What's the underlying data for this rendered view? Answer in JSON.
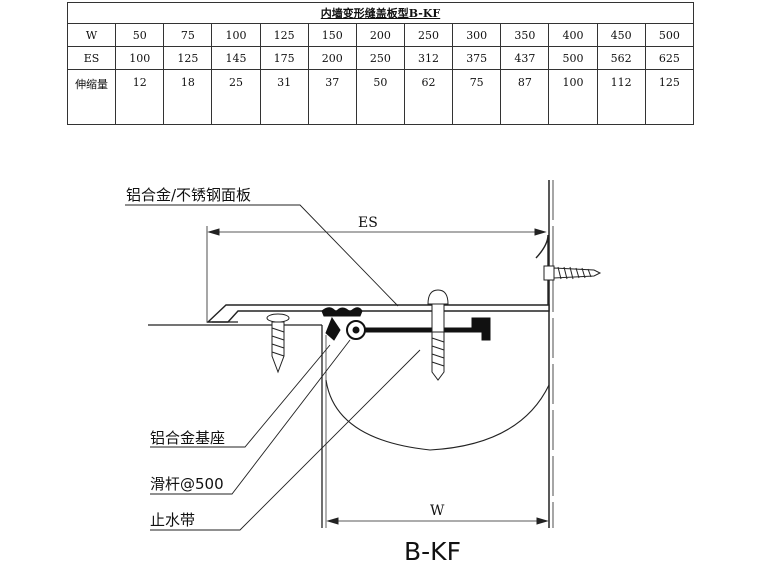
{
  "table": {
    "title": "内墙变形缝盖板型B-KF",
    "rows": [
      {
        "header": "W",
        "values": [
          "50",
          "75",
          "100",
          "125",
          "150",
          "200",
          "250",
          "300",
          "350",
          "400",
          "450",
          "500"
        ]
      },
      {
        "header": "ES",
        "values": [
          "100",
          "125",
          "145",
          "175",
          "200",
          "250",
          "312",
          "375",
          "437",
          "500",
          "562",
          "625"
        ]
      },
      {
        "header": "伸缩量",
        "values": [
          "12",
          "18",
          "25",
          "31",
          "37",
          "50",
          "62",
          "75",
          "87",
          "100",
          "112",
          "125"
        ]
      }
    ]
  },
  "drawing": {
    "label_panel": "铝合金/不锈钢面板",
    "label_base": "铝合金基座",
    "label_rod": "滑杆@500",
    "label_waterstop": "止水带",
    "dim_es": "ES",
    "dim_w": "W",
    "model": "B-KF"
  }
}
